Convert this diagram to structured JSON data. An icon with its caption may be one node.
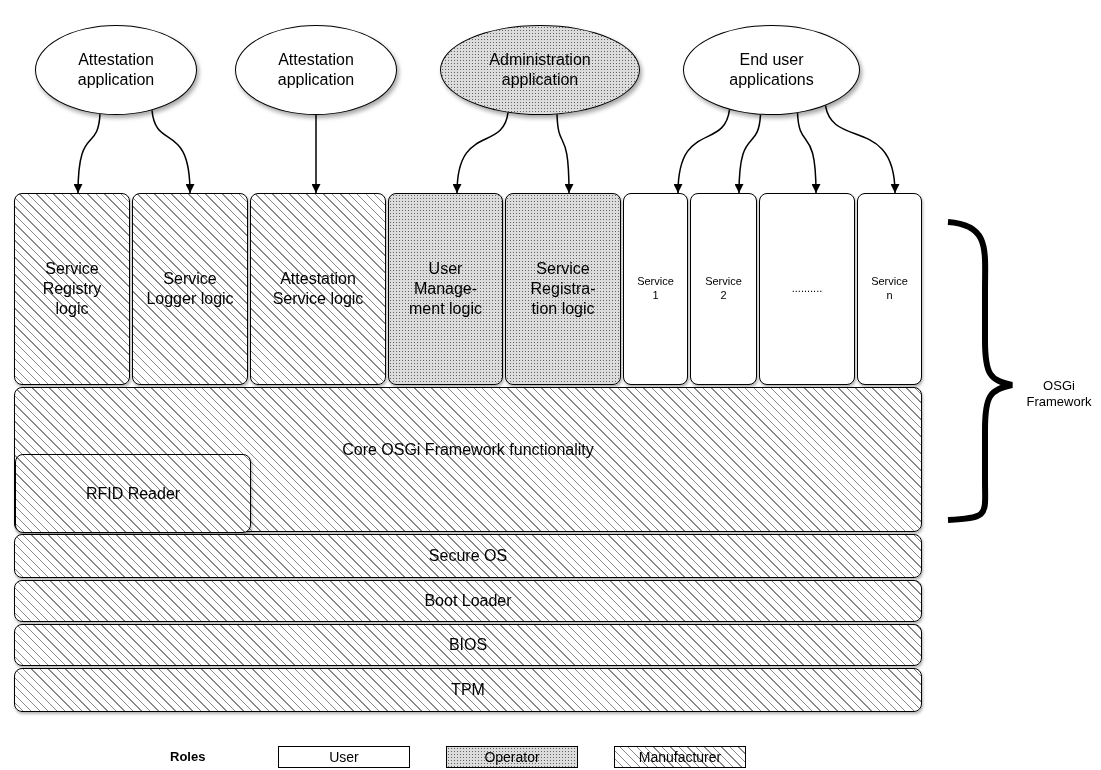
{
  "diagram": {
    "nodes": [
      {
        "text": [
          "Attestation application"
        ]
      },
      {
        "text": [
          "Attestation application"
        ]
      },
      {
        "text": [
          "Administration application"
        ]
      },
      {
        "text": [
          "End user applications"
        ]
      },
      {
        "text": [
          "Service Registry logic"
        ]
      },
      {
        "text": [
          "Service Logger logic"
        ]
      },
      {
        "text": [
          "Attestation Service logic"
        ]
      },
      {
        "text": [
          "User Manage- ment logic"
        ]
      },
      {
        "text": [
          "Service Registra- tion logic"
        ]
      },
      {
        "text": [
          "Service 1"
        ]
      },
      {
        "text": [
          "Service 2"
        ]
      },
      {
        "text": [
          ".........."
        ]
      },
      {
        "text": [
          "Service n"
        ]
      },
      {
        "text": [
          "Core OSGi Framework functionality"
        ]
      },
      {
        "text": [
          "RFID Reader"
        ],
        "in": 13
      },
      {
        "text": [
          "Secure OS"
        ]
      },
      {
        "text": [
          "Boot Loader"
        ]
      },
      {
        "text": [
          "BIOS"
        ]
      },
      {
        "text": [
          "TPM"
        ]
      }
    ],
    "edges": [
      {
        "from": 0,
        "to": 4,
        "arrow": "to"
      },
      {
        "from": 0,
        "to": 5,
        "arrow": "to"
      },
      {
        "from": 1,
        "to": 6,
        "arrow": "to"
      },
      {
        "from": 2,
        "to": 7,
        "arrow": "to"
      },
      {
        "from": 2,
        "to": 8,
        "arrow": "to"
      },
      {
        "from": 3,
        "to": 9,
        "arrow": "to"
      },
      {
        "from": 3,
        "to": 10,
        "arrow": "to"
      },
      {
        "from": 3,
        "to": 11,
        "arrow": "to"
      },
      {
        "from": 3,
        "to": 12,
        "arrow": "to"
      }
    ],
    "labels": [
      "OSGi Framework",
      "Roles"
    ],
    "legend": [
      {
        "text": "User",
        "color": "#ffffff"
      },
      {
        "text": "Operator"
      },
      {
        "text": "Manufacturer"
      }
    ]
  }
}
